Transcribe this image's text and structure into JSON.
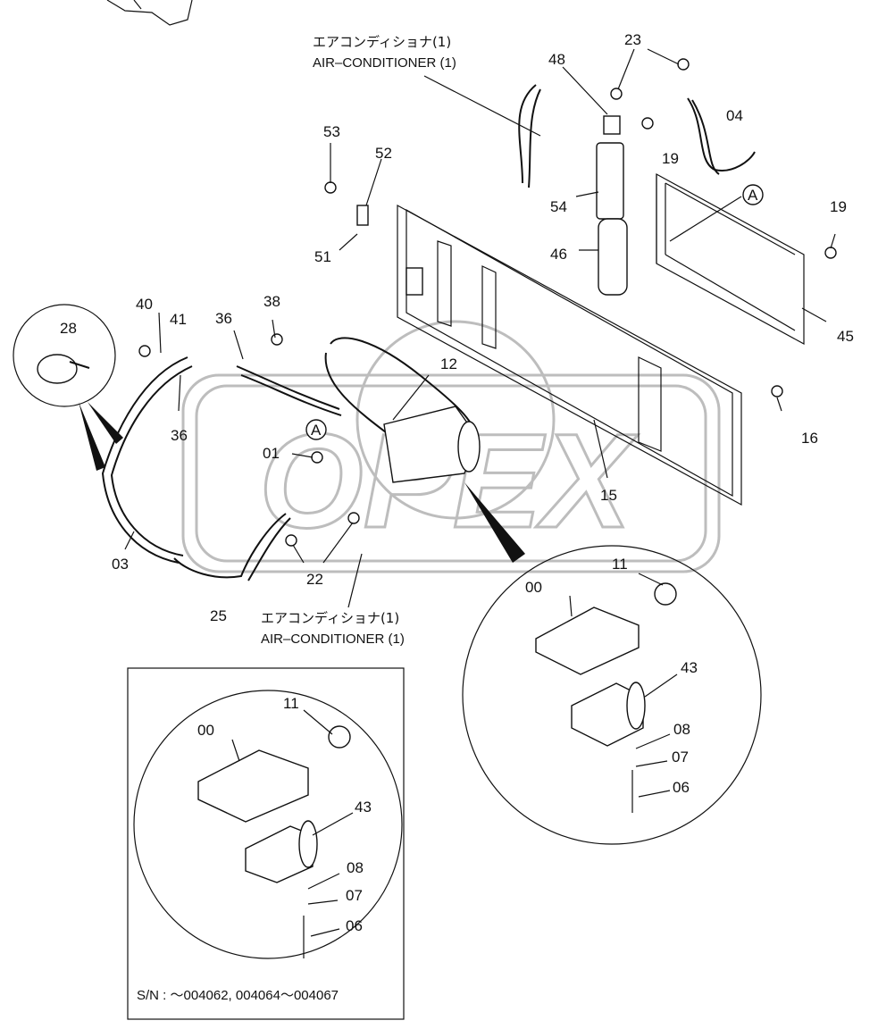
{
  "captions": {
    "ac_top_jp": "エアコンディショナ(1)",
    "ac_top_en": "AIR–CONDITIONER (1)",
    "ac_bottom_jp": "エアコンディショナ(1)",
    "ac_bottom_en": "AIR–CONDITIONER (1)"
  },
  "watermark": "OPEX",
  "callouts": {
    "p23": "23",
    "p48": "48",
    "p04": "04",
    "p19a": "19",
    "p53": "53",
    "p52": "52",
    "p54": "54",
    "p46": "46",
    "p51": "51",
    "p19b": "19",
    "pA1": "A",
    "p45": "45",
    "p40": "40",
    "p41": "41",
    "p36a": "36",
    "p38": "38",
    "p28": "28",
    "p12": "12",
    "p36b": "36",
    "p16": "16",
    "pA2": "A",
    "p01": "01",
    "p15": "15",
    "p03": "03",
    "p22": "22",
    "p25": "25",
    "p11a": "11",
    "p00a": "00",
    "p43a": "43",
    "p08a": "08",
    "p07a": "07",
    "p06a": "06",
    "p11b": "11",
    "p00b": "00",
    "p43b": "43",
    "p08b": "08",
    "p07b": "07",
    "p06b": "06"
  },
  "serial_note": "S/N :   ～004062, 004064～004067"
}
